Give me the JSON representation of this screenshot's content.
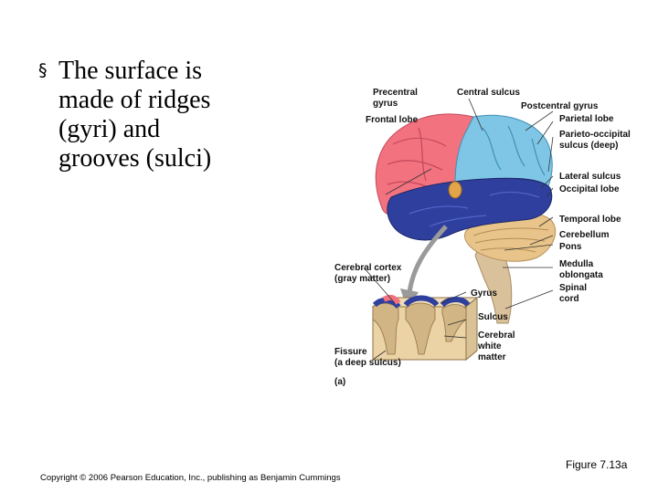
{
  "slide": {
    "bullet_symbol": "§",
    "bullet_lines": [
      "The surface is",
      "made of ridges",
      "(gyri) and",
      "grooves (sulci)"
    ]
  },
  "figure": {
    "labels": {
      "precentral_gyrus": [
        "Precentral",
        "gyrus"
      ],
      "frontal_lobe": "Frontal lobe",
      "central_sulcus": "Central sulcus",
      "postcentral_gyrus": "Postcentral gyrus",
      "parietal_lobe": "Parietal lobe",
      "parieto_occipital_sulcus": [
        "Parieto-occipital",
        "sulcus (deep)"
      ],
      "lateral_sulcus": "Lateral sulcus",
      "occipital_lobe": "Occipital lobe",
      "temporal_lobe": "Temporal lobe",
      "cerebellum": "Cerebellum",
      "pons": "Pons",
      "medulla_oblongata": [
        "Medulla",
        "oblongata"
      ],
      "spinal_cord": [
        "Spinal",
        "cord"
      ],
      "cerebral_cortex": [
        "Cerebral cortex",
        "(gray matter)"
      ],
      "gyrus": "Gyrus",
      "sulcus": "Sulcus",
      "cerebral_white_matter": [
        "Cerebral",
        "white",
        "matter"
      ],
      "fissure": [
        "Fissure",
        "(a deep sulcus)"
      ],
      "panel": "(a)"
    },
    "colors": {
      "frontal": "#f2727f",
      "parietal": "#7fc6e6",
      "occipital_temporal_top": "#2f3f9e",
      "cerebellum": "#e8c48a",
      "brainstem": "#d9c19b",
      "white_matter": "#ecd3a6",
      "arrow": "#9a9a9a"
    }
  },
  "footer": {
    "copyright": "Copyright © 2006 Pearson Education, Inc., publishing as Benjamin Cummings",
    "figure_ref": "Figure 7.13a"
  }
}
